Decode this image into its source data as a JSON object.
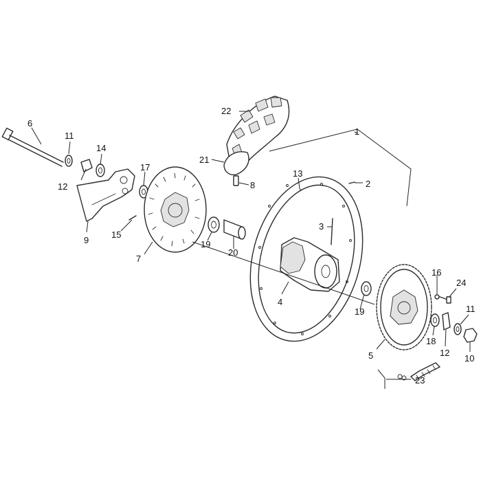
{
  "callouts": {
    "c1": "1",
    "c2": "2",
    "c3": "3",
    "c4": "4",
    "c5": "5",
    "c6": "6",
    "c7": "7",
    "c8": "8",
    "c9": "9",
    "c10": "10",
    "c11a": "11",
    "c11b": "11",
    "c12a": "12",
    "c12b": "12",
    "c13": "13",
    "c14": "14",
    "c15": "15",
    "c16": "16",
    "c17": "17",
    "c18": "18",
    "c19a": "19",
    "c19b": "19",
    "c20": "20",
    "c21": "21",
    "c22": "22",
    "c23": "23",
    "c24": "24"
  },
  "colors": {
    "line": "#2b2b2b",
    "background": "#ffffff"
  }
}
